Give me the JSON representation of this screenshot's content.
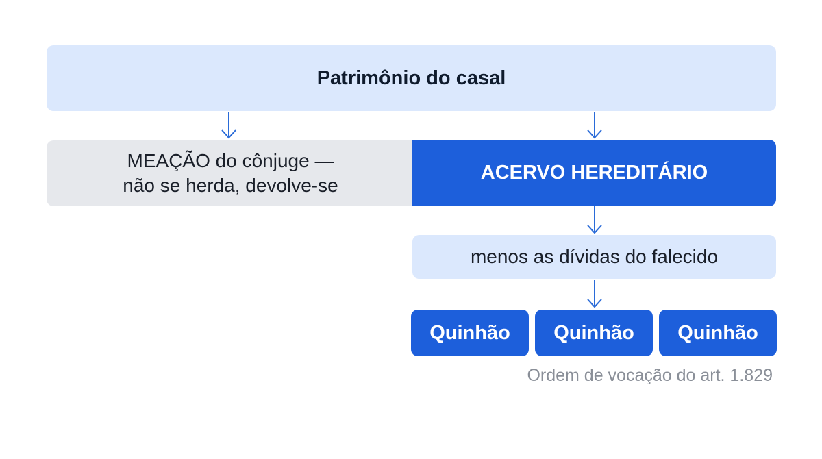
{
  "diagram": {
    "top": {
      "label": "Patrimônio do casal"
    },
    "meacao": {
      "line1": "MEAÇÃO do cônjuge —",
      "line2": "não se herda, devolve-se"
    },
    "acervo": {
      "label": "ACERVO HEREDITÁRIO"
    },
    "dividas": {
      "label": "menos as dívidas do falecido"
    },
    "quinhoes": [
      {
        "label": "Quinhão"
      },
      {
        "label": "Quinhão"
      },
      {
        "label": "Quinhão"
      }
    ],
    "caption": "Ordem de vocação do art. 1.829"
  },
  "colors": {
    "light_blue": "#dbe8fd",
    "gray": "#e6e8ec",
    "accent_blue": "#1d5fdb",
    "arrow_blue": "#2a6bd8",
    "caption_gray": "#8a8f98"
  }
}
